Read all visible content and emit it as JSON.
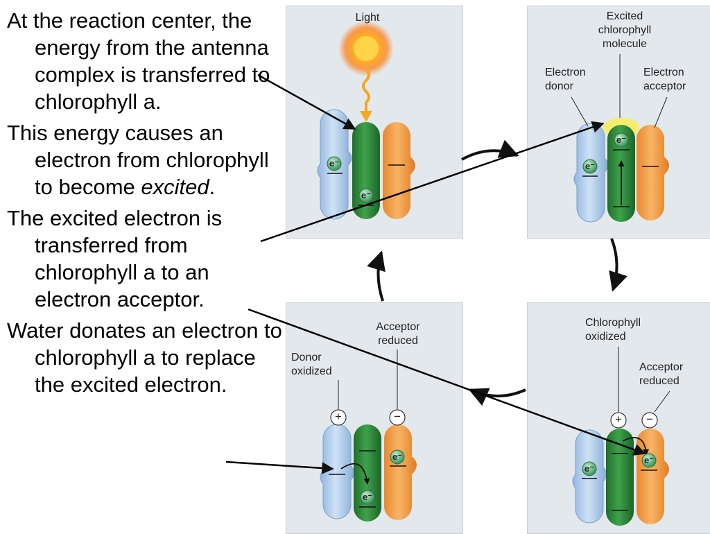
{
  "bullets": [
    {
      "text": "At the reaction center, the energy from the antenna complex is transferred to chlorophyll a."
    },
    {
      "text_before": "This energy causes an electron from chlorophyll to become ",
      "text_italic": "excited",
      "text_after": "."
    },
    {
      "text": "The excited electron is transferred from chlorophyll a to an electron acceptor."
    },
    {
      "text": "Water donates an electron to chlorophyll a to replace the excited electron."
    }
  ],
  "panels": {
    "top_left": {
      "label": "Light"
    },
    "top_right": {
      "excited_label": "Excited chlorophyll molecule",
      "donor_label": "Electron donor",
      "acceptor_label": "Electron acceptor"
    },
    "bottom_left": {
      "acceptor_label": "Acceptor reduced",
      "donor_label": "Donor oxidized"
    },
    "bottom_right": {
      "chlorophyll_label": "Chlorophyll oxidized",
      "acceptor_label": "Acceptor reduced"
    }
  },
  "symbols": {
    "electron": "e⁻",
    "plus": "+",
    "minus": "−"
  },
  "colors": {
    "donor": "#a9c8e8",
    "chlorophyll": "#2e8b3a",
    "acceptor": "#f0a050",
    "panel": "#e3e8ec",
    "electron": "#5cb87a"
  }
}
